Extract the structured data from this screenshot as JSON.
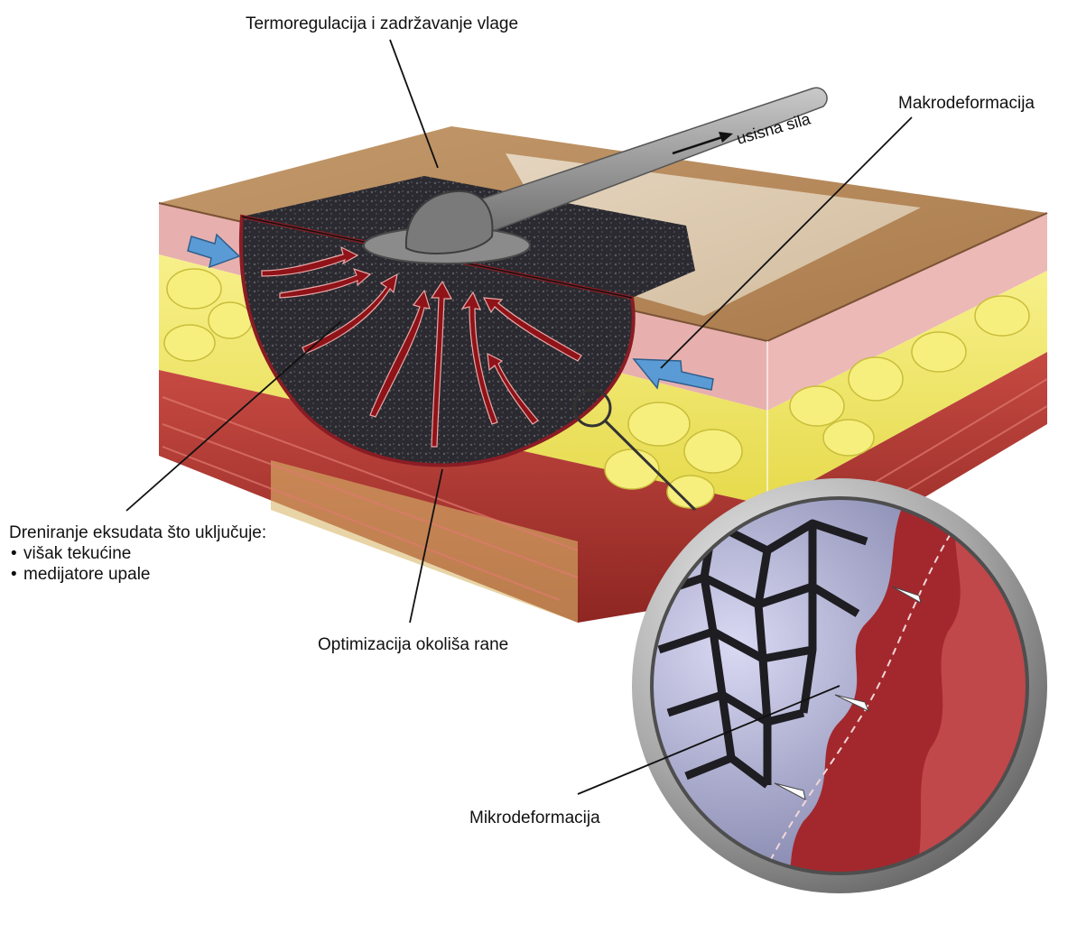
{
  "labels": {
    "top": "Termoregulacija i zadržavanje vlage",
    "right": "Makrodeformacija",
    "suction": "usisna sila",
    "left_title": "Dreniranje eksudata što uključuje:",
    "left_items": [
      "višak tekućine",
      "medijatore upale"
    ],
    "bottom": "Optimizacija okoliša rane",
    "inset": "Mikrodeformacija"
  },
  "icons": {
    "blue_arrow": "arrow-right-icon",
    "pointer": "pointer-arrow-icon"
  },
  "colors": {
    "skin_top": "#b58a5c",
    "dermis": "#e9b3b3",
    "fat": "#f2ea6a",
    "muscle": "#b5302d",
    "foam": "#2c2b30",
    "tube": "#8d8d8d",
    "flow_arrow": "#8f1318",
    "press_arrow": "#5b9bd5",
    "frame": "#9a9a9a"
  }
}
